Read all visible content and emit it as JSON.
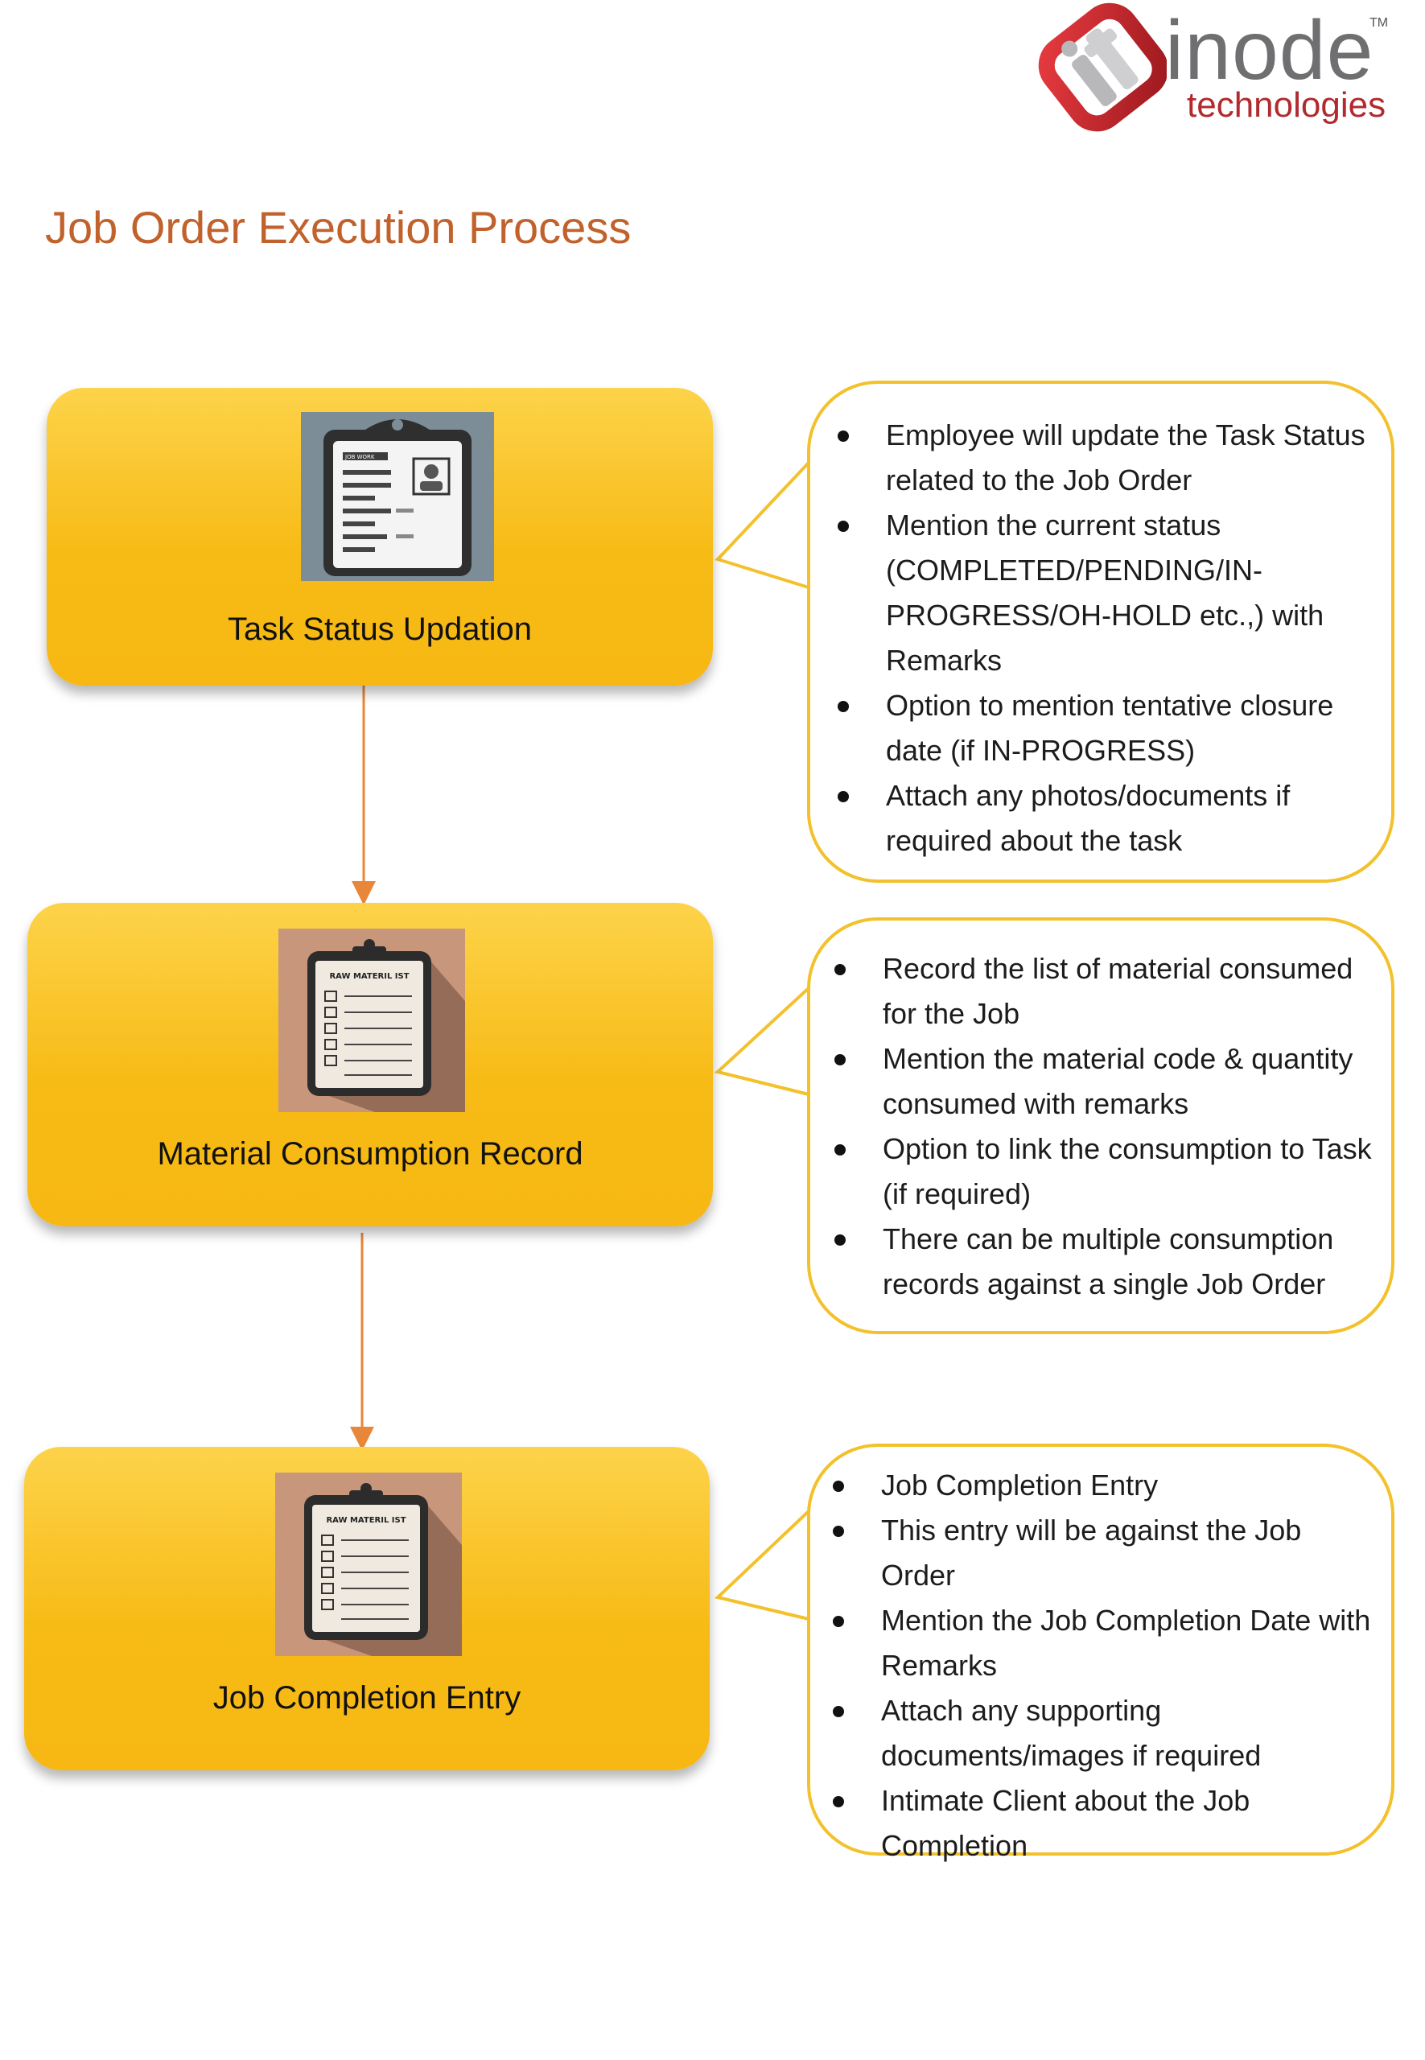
{
  "logo": {
    "word": "inode",
    "sub": "technologies",
    "tm": "TM"
  },
  "title": "Job Order Execution Process",
  "colors": {
    "accent": "#c1622c",
    "box": "#f7bb16",
    "panel_border": "#f3c12b",
    "arrow": "#e8873a"
  },
  "steps": [
    {
      "label": "Task Status Updation",
      "icon": "job-work-clipboard-icon",
      "bullets": [
        "Employee will update the Task Status related to the Job Order",
        "Mention the current status (COMPLETED/PENDING/IN-PROGRESS/OH-HOLD etc.,) with Remarks",
        "Option to mention tentative closure date (if IN-PROGRESS)",
        "Attach any photos/documents if required about the task"
      ]
    },
    {
      "label": "Material Consumption Record",
      "icon": "raw-material-list-clipboard-icon",
      "bullets": [
        "Record the list of material consumed for the Job",
        "Mention the material code & quantity consumed with remarks",
        "Option to link the consumption to Task (if required)",
        "There can be multiple consumption records against a single Job Order"
      ]
    },
    {
      "label": "Job Completion Entry",
      "icon": "raw-material-list-clipboard-icon",
      "bullets": [
        "Job Completion Entry",
        "This entry will be against the Job Order",
        "Mention the Job Completion Date with Remarks",
        "Attach any supporting documents/images if required",
        "Intimate Client about the Job Completion"
      ]
    }
  ],
  "clipboard_texts": {
    "job_work": "JOB WORK",
    "raw_list": "RAW MATERIL IST"
  }
}
